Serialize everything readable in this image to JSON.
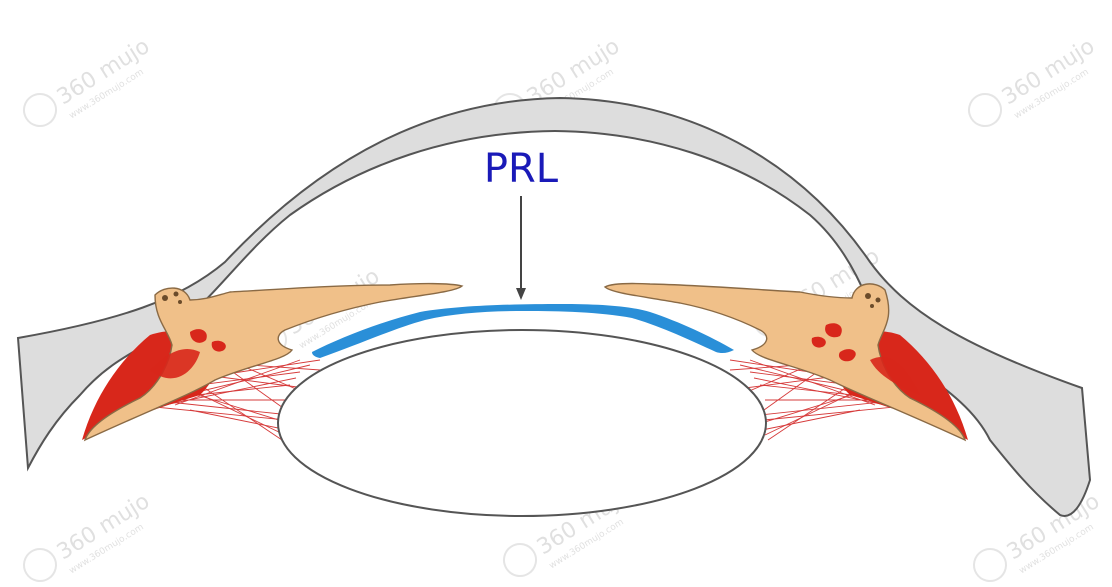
{
  "diagram": {
    "label": "PRL",
    "watermark": {
      "text": "360 mujo",
      "url": "www.360mujo.com"
    }
  },
  "colors": {
    "label": "#1a1ab8",
    "cornea_fill": "#dddddd",
    "outline": "#555555",
    "iris_fill": "#f0c089",
    "iris_stroke": "#8a6a45",
    "ciliary_red": "#d8271b",
    "implant": "#2a8fd8",
    "zonule": "#d63b3b",
    "lens_fill": "#ffffff"
  }
}
